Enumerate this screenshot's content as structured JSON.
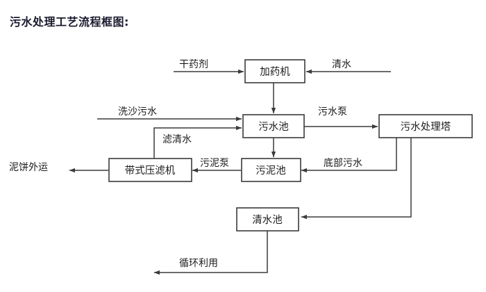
{
  "diagram": {
    "title": "污水处理工艺流程框图:",
    "colors": {
      "stroke": "#3a3a3a",
      "box_fill": "#ffffff",
      "text": "#1c1c1c",
      "title_text": "#1a1a2e",
      "background": "#ffffff"
    },
    "nodes": [
      {
        "id": "dosing_machine",
        "label": "加药机"
      },
      {
        "id": "wastewater_pool",
        "label": "污水池"
      },
      {
        "id": "treatment_tower",
        "label": "污水处理塔"
      },
      {
        "id": "belt_filter_press",
        "label": "带式压滤机"
      },
      {
        "id": "sludge_pool",
        "label": "污泥池"
      },
      {
        "id": "clean_water_pool",
        "label": "清水池"
      }
    ],
    "terminals": [
      {
        "id": "dry_agent",
        "label": "干药剂"
      },
      {
        "id": "clean_water_in",
        "label": "清水"
      },
      {
        "id": "sand_wash_water",
        "label": "洗沙污水"
      },
      {
        "id": "mud_cake_out",
        "label": "泥饼外运"
      }
    ],
    "edge_labels": [
      {
        "id": "dry_agent_label",
        "label": "干药剂"
      },
      {
        "id": "clean_water_label",
        "label": "清水"
      },
      {
        "id": "sand_wash_label",
        "label": "洗沙污水"
      },
      {
        "id": "filtrate_label",
        "label": "滤清水"
      },
      {
        "id": "sewage_pump_label",
        "label": "污水泵"
      },
      {
        "id": "bottom_sewage_label",
        "label": "底部污水"
      },
      {
        "id": "sludge_pump_label",
        "label": "污泥泵"
      },
      {
        "id": "mud_cake_label",
        "label": "泥饼外运"
      },
      {
        "id": "recycle_label",
        "label": "循环利用"
      }
    ]
  }
}
